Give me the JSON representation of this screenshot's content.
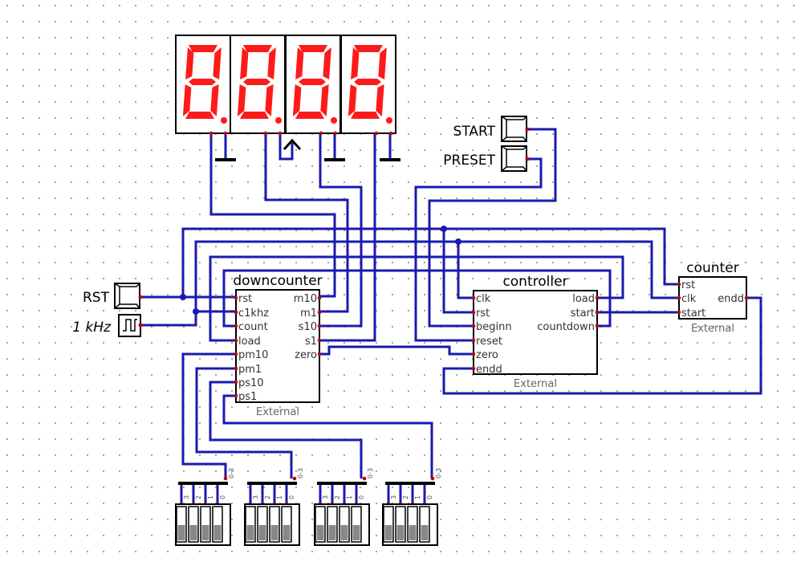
{
  "inputs": {
    "start_label": "START",
    "preset_label": "PRESET",
    "rst_label": "RST",
    "clock_label": "1  kHz"
  },
  "components": {
    "downcounter": {
      "title": "downcounter",
      "footer": "External",
      "left_ports": [
        "rst",
        "c1khz",
        "count",
        "load",
        "pm10",
        "pm1",
        "ps10",
        "ps1"
      ],
      "right_ports": [
        "m10",
        "m1",
        "s10",
        "s1",
        "zero"
      ]
    },
    "controller": {
      "title": "controller",
      "footer": "External",
      "left_ports": [
        "clk",
        "rst",
        "beginn",
        "reset",
        "zero",
        "endd"
      ],
      "right_ports": [
        "load",
        "start",
        "countdown"
      ]
    },
    "counter": {
      "title": "counter",
      "footer": "External",
      "left_ports": [
        "rst",
        "clk",
        "start"
      ],
      "right_ports": [
        "endd"
      ]
    }
  },
  "splitters": {
    "range_label": "0-3",
    "bit_labels": [
      "3",
      "2",
      "1",
      "0"
    ]
  },
  "colors": {
    "wire": "#1a1ab0",
    "segment_on": "#ff1a1a",
    "segment_off": "#5a0000",
    "pin": "#c00000"
  }
}
